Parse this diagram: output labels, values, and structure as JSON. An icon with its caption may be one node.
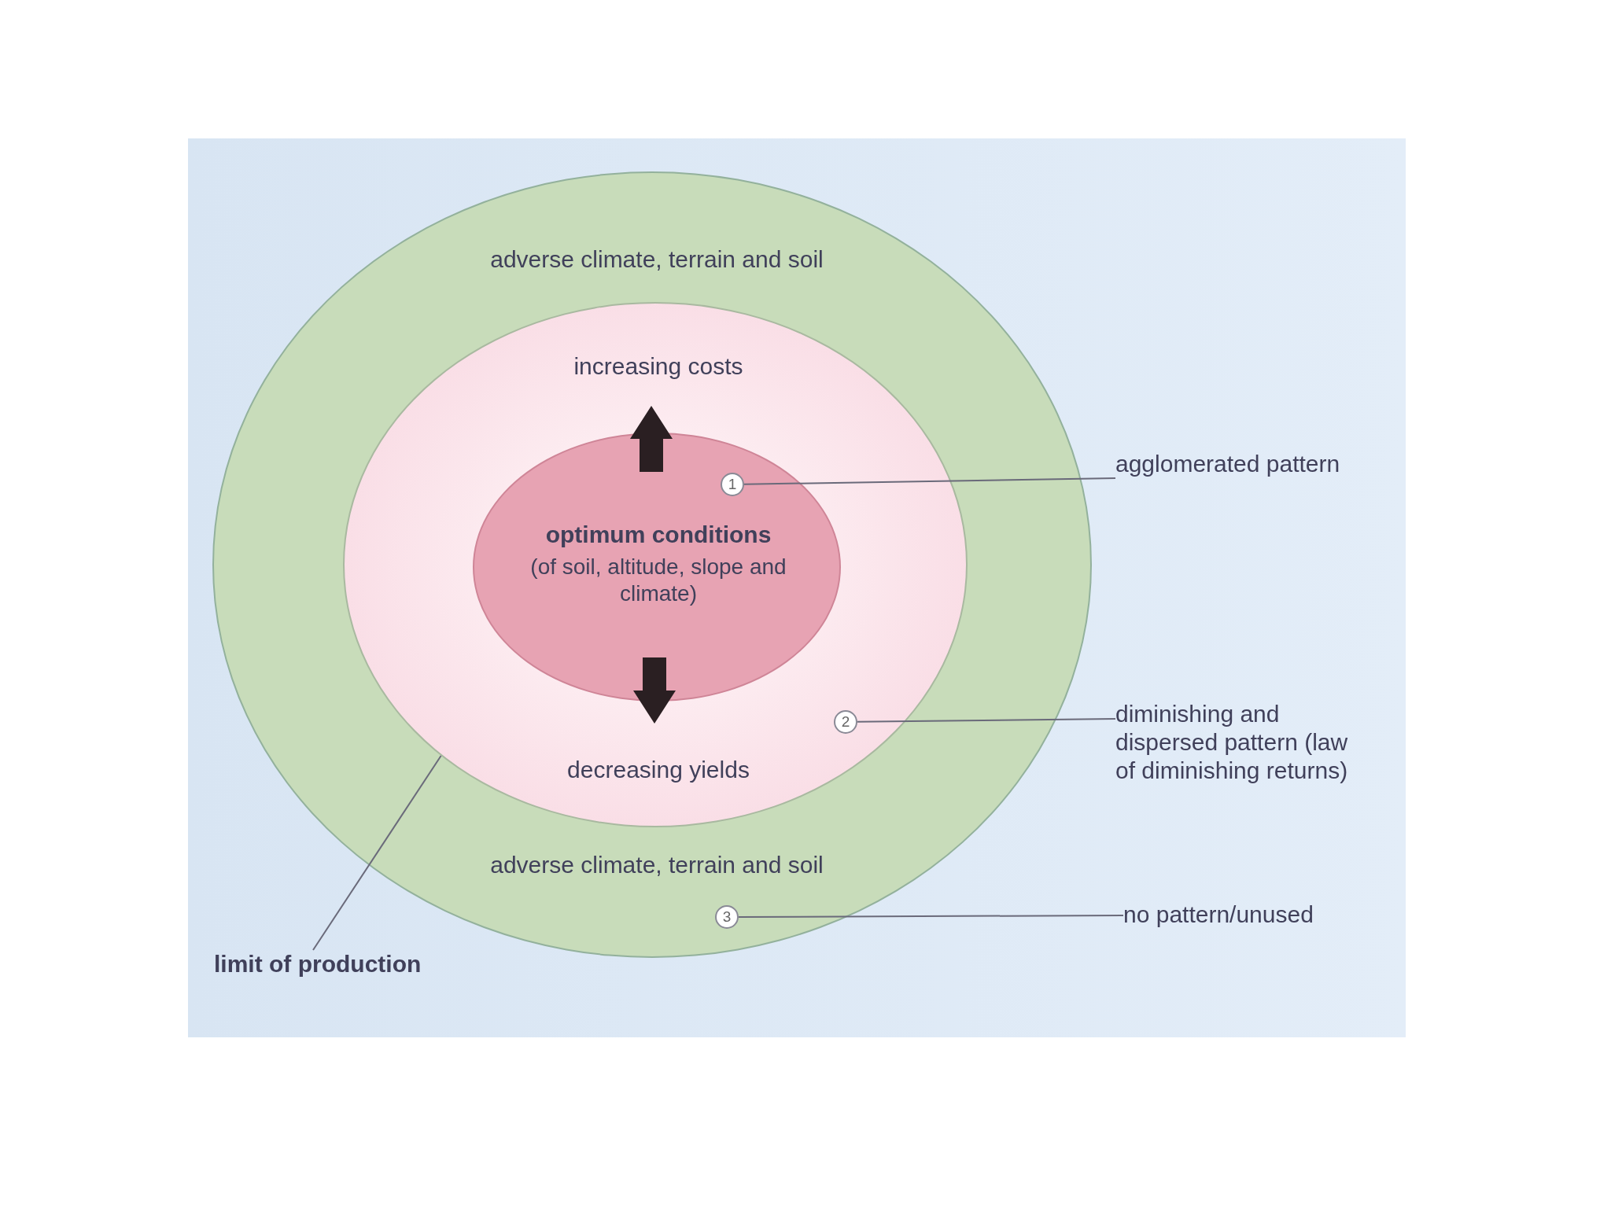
{
  "diagram": {
    "nodes": [
      {
        "text": [
          "adverse climate, terrain and soil",
          "adverse climate, terrain and soil"
        ]
      },
      {
        "text": [
          "increasing costs",
          "decreasing yields"
        ],
        "in": 0
      },
      {
        "text": [
          "optimum conditions",
          "(of soil, altitude, slope and climate)"
        ],
        "in": 1
      },
      {
        "text": [
          "1"
        ],
        "in": 2
      },
      {
        "text": [
          "agglomerated pattern"
        ]
      },
      {
        "text": [
          "2"
        ],
        "in": 1
      },
      {
        "text": [
          "diminishing and dispersed pattern (law of diminishing returns)"
        ]
      },
      {
        "text": [
          "3"
        ],
        "in": 0
      },
      {
        "text": [
          "no pattern/unused"
        ]
      },
      {
        "text": [
          "limit of production"
        ]
      }
    ],
    "edges": [
      {
        "from": 3,
        "to": 4,
        "arrow": "none"
      },
      {
        "from": 5,
        "to": 6,
        "arrow": "none"
      },
      {
        "from": 7,
        "to": 8,
        "arrow": "none"
      },
      {
        "from": 9,
        "to": 1,
        "arrow": "none"
      }
    ]
  }
}
